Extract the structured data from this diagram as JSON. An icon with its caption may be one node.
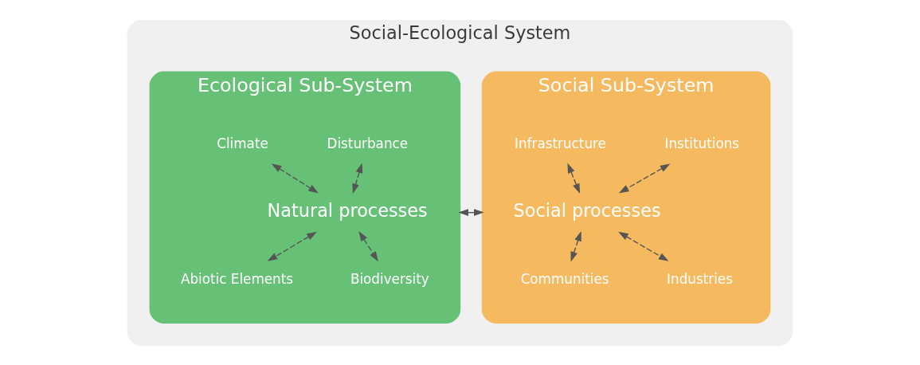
{
  "diagram": {
    "nodes": [
      {
        "text": [
          "Social-Ecological System"
        ]
      },
      {
        "text": [
          "Social Sub-System"
        ],
        "in": 0
      },
      {
        "text": [
          "Institutions"
        ],
        "in": 1
      },
      {
        "text": [
          "Infrastructure"
        ],
        "in": 1
      },
      {
        "text": [
          "Social processes"
        ],
        "in": 1
      },
      {
        "text": [
          "Communities"
        ],
        "in": 1
      },
      {
        "text": [
          "Industries"
        ],
        "in": 1
      },
      {
        "text": [
          "Ecological Sub-System"
        ],
        "in": 0
      },
      {
        "text": [
          "Disturbance"
        ],
        "in": 7
      },
      {
        "text": [
          "Climate"
        ],
        "in": 7
      },
      {
        "text": [
          "Natural processes"
        ],
        "in": 7
      },
      {
        "text": [
          "Abiotic Elements"
        ],
        "in": 7
      },
      {
        "text": [
          "Biodiversity"
        ],
        "in": 7
      }
    ],
    "edges": [
      {
        "from": 2,
        "to": 4,
        "arrow": "both",
        "style": "dashed"
      },
      {
        "from": 3,
        "to": 4,
        "arrow": "both",
        "style": "dashed"
      },
      {
        "from": 4,
        "to": 5,
        "arrow": "both",
        "style": "dashed"
      },
      {
        "from": 4,
        "to": 6,
        "arrow": "both",
        "style": "dashed"
      },
      {
        "from": 8,
        "to": 10,
        "arrow": "both",
        "style": "dashed"
      },
      {
        "from": 9,
        "to": 10,
        "arrow": "both",
        "style": "dashed"
      },
      {
        "from": 10,
        "to": 11,
        "arrow": "both",
        "style": "dashed"
      },
      {
        "from": 10,
        "to": 12,
        "arrow": "both",
        "style": "dashed"
      },
      {
        "from": 1,
        "to": 7,
        "arrow": "to",
        "style": "dashed"
      },
      {
        "from": 7,
        "to": 1,
        "arrow": "to",
        "style": "dashed"
      }
    ]
  }
}
